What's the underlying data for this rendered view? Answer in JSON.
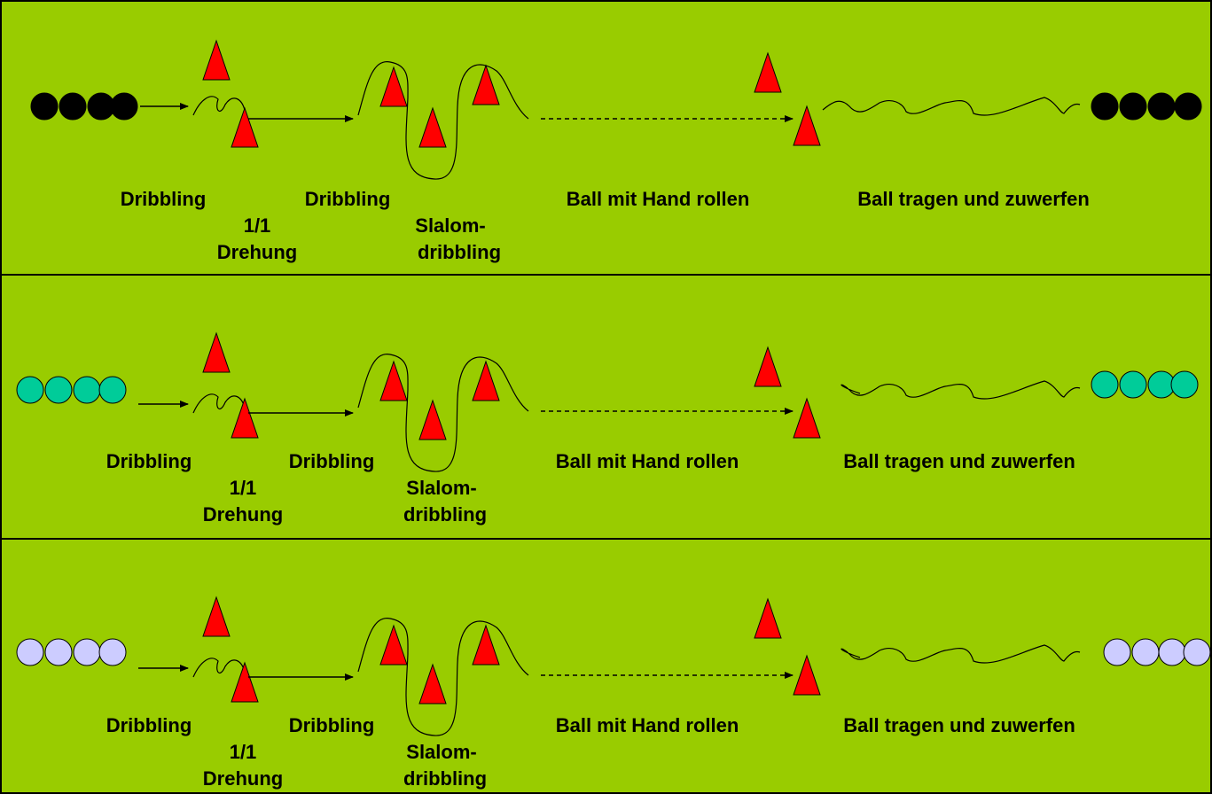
{
  "field_color": "#99cc00",
  "cone_color": "#ff0000",
  "lanes": [
    {
      "player_color": "#000000",
      "labels": {
        "dribbling_1": "Dribbling",
        "turn_fraction": "1/1",
        "turn_word": "Drehung",
        "dribbling_2": "Dribbling",
        "slalom_1": "Slalom-",
        "slalom_2": "dribbling",
        "roll": "Ball mit Hand rollen",
        "carry": "Ball tragen und zuwerfen"
      }
    },
    {
      "player_color": "#00cc99",
      "labels": {
        "dribbling_1": "Dribbling",
        "turn_fraction": "1/1",
        "turn_word": "Drehung",
        "dribbling_2": "Dribbling",
        "slalom_1": "Slalom-",
        "slalom_2": "dribbling",
        "roll": "Ball mit Hand rollen",
        "carry": "Ball tragen und zuwerfen"
      }
    },
    {
      "player_color": "#ccccff",
      "labels": {
        "dribbling_1": "Dribbling",
        "turn_fraction": "1/1",
        "turn_word": "Drehung",
        "dribbling_2": "Dribbling",
        "slalom_1": "Slalom-",
        "slalom_2": "dribbling",
        "roll": "Ball mit Hand rollen",
        "carry": "Ball tragen und zuwerfen"
      }
    }
  ]
}
